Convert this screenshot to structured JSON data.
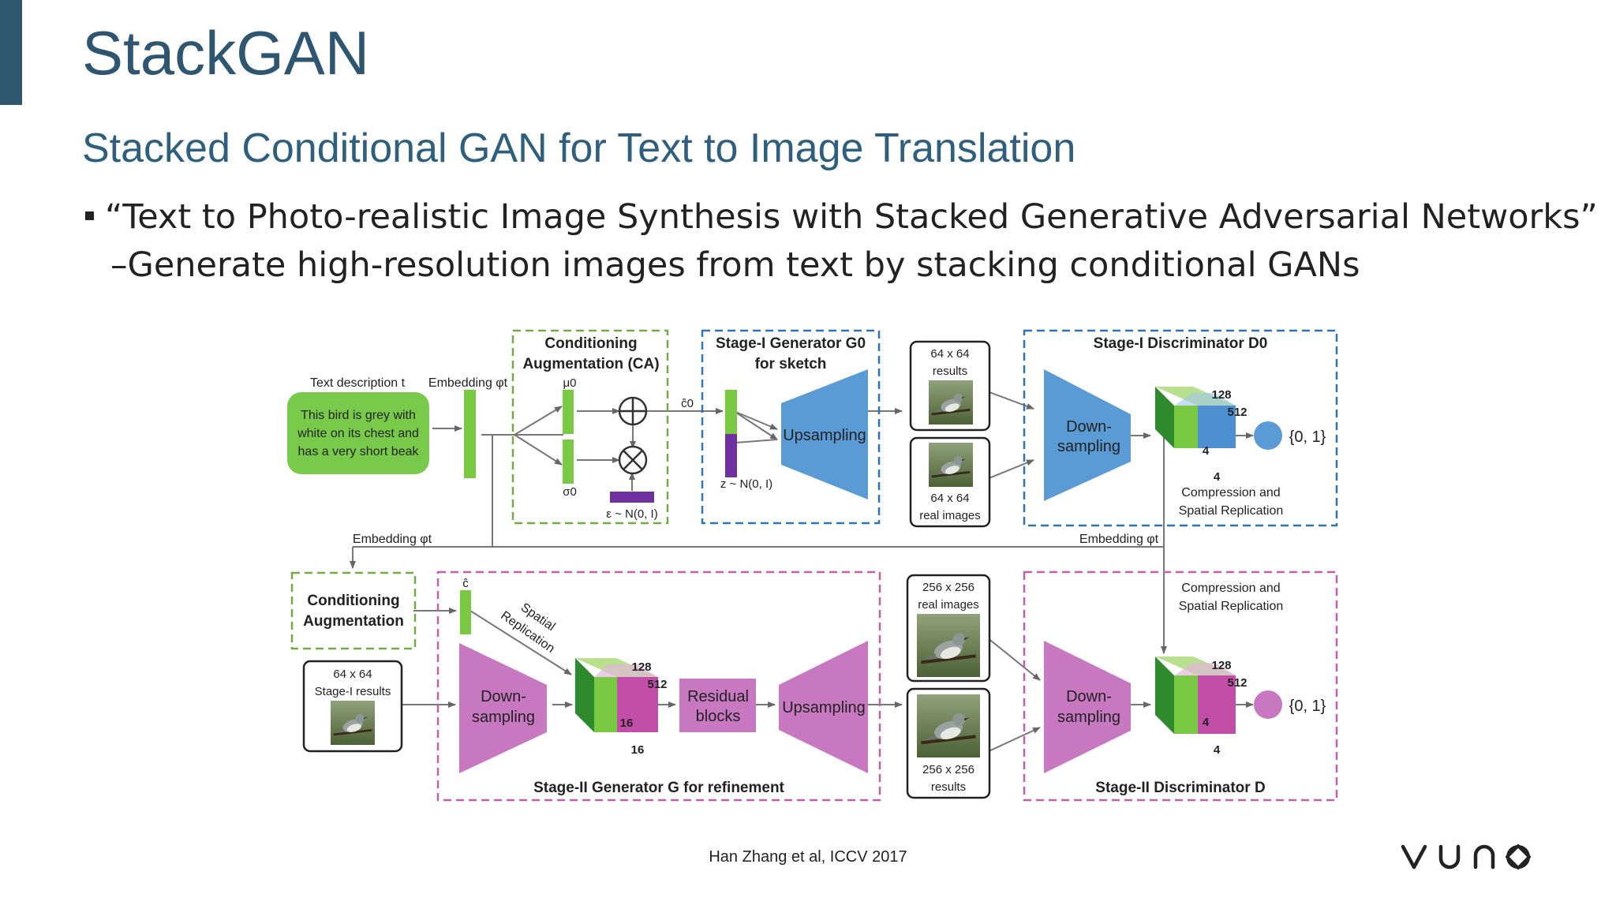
{
  "slide": {
    "title": "StackGAN",
    "subtitle": "Stacked Conditional GAN for Text to Image Translation",
    "bullet": "“Text to Photo-realistic Image Synthesis with Stacked Generative Adversarial Networks”",
    "subbullet": "–Generate high-resolution images from text by stacking conditional GANs",
    "citation": "Han Zhang et al, ICCV 2017",
    "logo": "VUNO"
  },
  "diagram": {
    "text_description_label": "Text description t",
    "embedding_label": "Embedding φt",
    "text_lines": [
      "This bird is grey with",
      "white on its chest and",
      "has a very short beak"
    ],
    "ca_title": [
      "Conditioning",
      "Augmentation (CA)"
    ],
    "mu0": "μ0",
    "sigma0": "σ0",
    "epsilon": "ε ~ N(0, I)",
    "c0_hat": "ĉ0",
    "z_noise": "z ~ N(0, I)",
    "gen1_title": [
      "Stage-I Generator G0",
      "for sketch"
    ],
    "upsampling": "Upsampling",
    "results_64": [
      "64 x 64",
      "results"
    ],
    "real_64": [
      "64 x 64",
      "real images"
    ],
    "disc1_title": "Stage-I Discriminator D0",
    "downsampling": [
      "Down-",
      "sampling"
    ],
    "dim_128": "128",
    "dim_512": "512",
    "dim_4": "4",
    "dim_16": "16",
    "output_01": "{0, 1}",
    "compression": [
      "Compression and",
      "Spatial Replication"
    ],
    "embedding_left": "Embedding φt",
    "embedding_right": "Embedding φt",
    "ca2_title": [
      "Conditioning",
      "Augmentation"
    ],
    "c_hat": "ĉ",
    "spatial_replication": [
      "Spatial",
      "Replication"
    ],
    "stage1_results": [
      "64 x 64",
      "Stage-I results"
    ],
    "residual": [
      "Residual",
      "blocks"
    ],
    "gen2_title": "Stage-II Generator G for refinement",
    "real_256": [
      "256 x 256",
      "real images"
    ],
    "results_256": [
      "256 x 256",
      "results"
    ],
    "disc2_title": "Stage-II Discriminator D"
  },
  "colors": {
    "title": "#2f5670",
    "green": "#7ac943",
    "green_text_box": "#79c94a",
    "blue": "#5b9bd5",
    "blue_dashed": "#2e75b6",
    "magenta": "#c878c0",
    "purple": "#7030a0",
    "green_dashed": "#70ad47"
  }
}
